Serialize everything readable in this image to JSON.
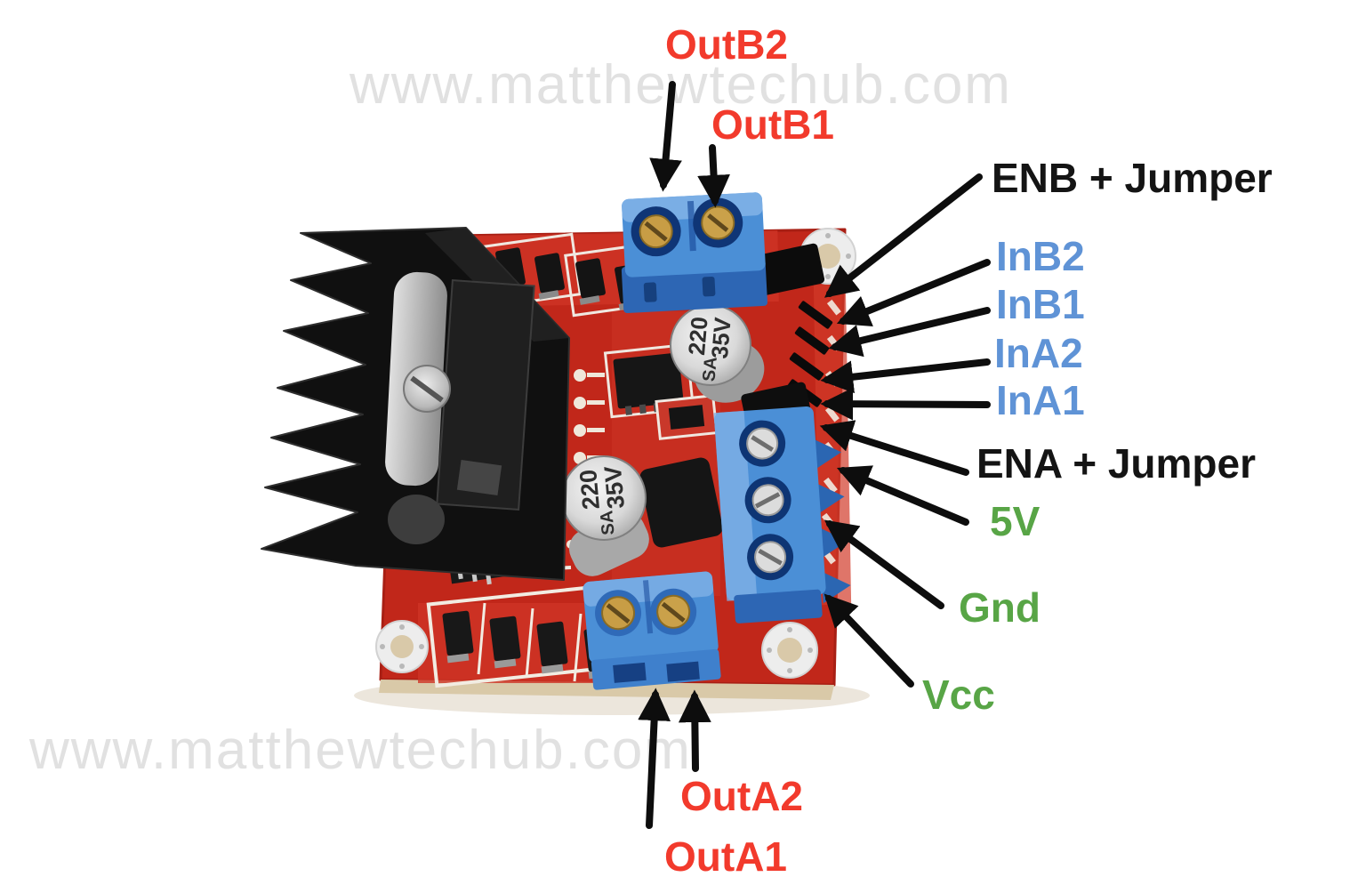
{
  "watermark": {
    "text": "www.matthewtechub.com",
    "color": "#e1e1e1"
  },
  "colors": {
    "output_label": "#f23a2c",
    "input_label": "#5f93d6",
    "power_label": "#58a546",
    "enable_label": "#141414",
    "arrow": "#0d0d0d",
    "pcb_red": "#c1271a",
    "terminal_blue": "#4b8fd6",
    "heatsink_black": "#101010"
  },
  "labels": {
    "outb2": "OutB2",
    "outb1": "OutB1",
    "enb": "ENB + Jumper",
    "inb2": "InB2",
    "inb1": "InB1",
    "ina2": "InA2",
    "ina1": "InA1",
    "ena": "ENA + Jumper",
    "five_v": "5V",
    "gnd": "Gnd",
    "vcc": "Vcc",
    "outa2": "OutA2",
    "outa1": "OutA1"
  },
  "board": {
    "capacitor_marking_prefix": "SA",
    "capacitor_marking_line1": "220",
    "capacitor_marking_line2": "35V"
  }
}
